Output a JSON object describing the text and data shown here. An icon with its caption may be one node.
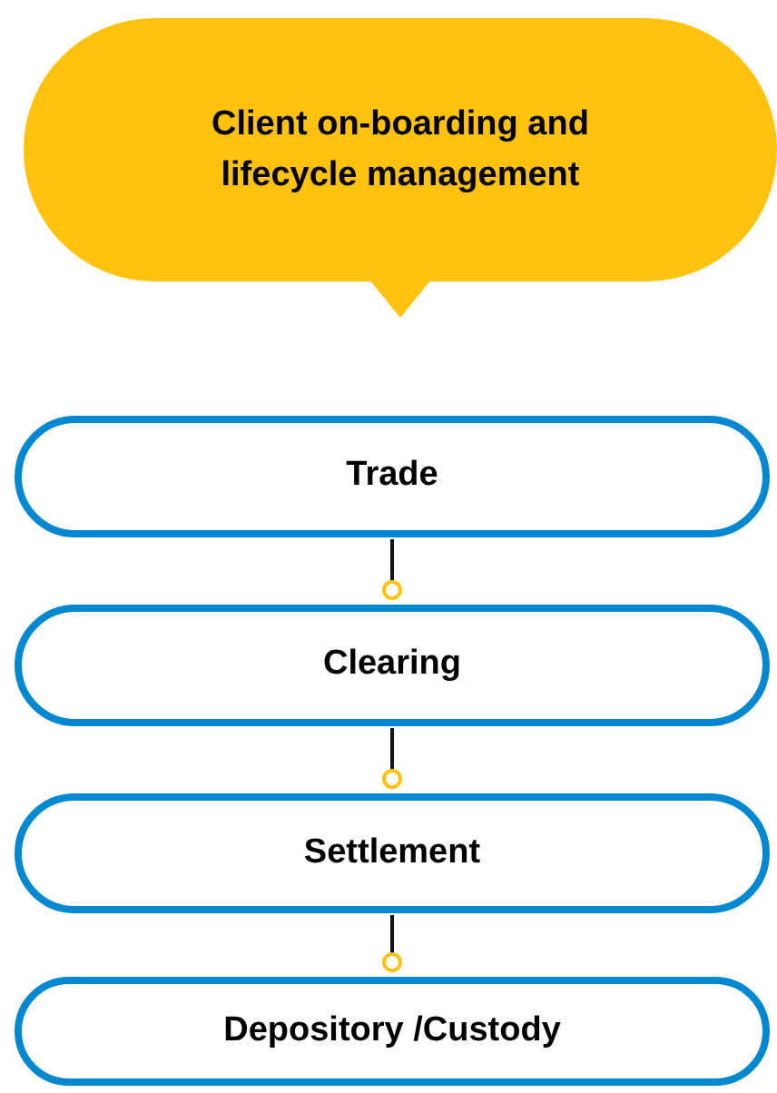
{
  "diagram": {
    "nodes": [
      {
        "text": [
          "Client on-boarding and lifecycle management"
        ]
      },
      {
        "text": [
          "Trade"
        ]
      },
      {
        "text": [
          "Clearing"
        ]
      },
      {
        "text": [
          "Settlement"
        ]
      },
      {
        "text": [
          "Depository /Custody"
        ]
      }
    ],
    "edges": [
      {
        "from": 1,
        "to": 2,
        "arrow": "other"
      },
      {
        "from": 2,
        "to": 3,
        "arrow": "other"
      },
      {
        "from": 3,
        "to": 4,
        "arrow": "other"
      }
    ]
  }
}
